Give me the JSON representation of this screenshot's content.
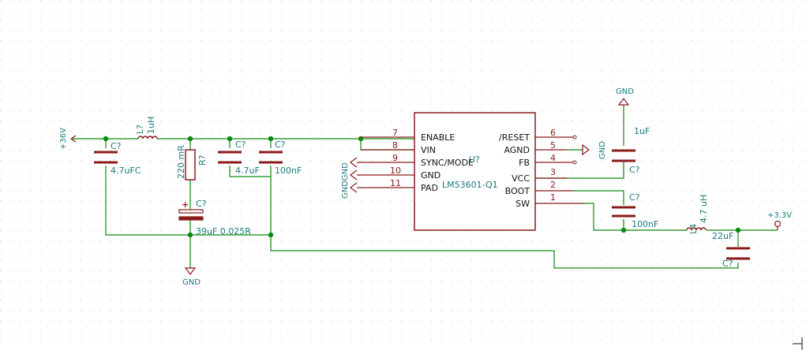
{
  "power": {
    "v36": "+36V",
    "gnd_top": "GND",
    "gnd_bottom": "GND",
    "gnd_agnd": "GND",
    "gnd_left": "GNDGND",
    "v33": "+3.3V"
  },
  "components": {
    "c1": {
      "ref": "C?",
      "value": "4.7uFC"
    },
    "l1": {
      "ref": "L?",
      "value": "1uH"
    },
    "r1": {
      "ref": "R?",
      "value": "220 mR"
    },
    "c_elec": {
      "ref": "C?",
      "value": "39uF 0.025R",
      "polarity": "+"
    },
    "c2": {
      "ref": "C?",
      "value": "4.7uF"
    },
    "c3": {
      "ref": "C?",
      "value": "100nF"
    },
    "c_vcc": {
      "ref": "C?",
      "value": "1uF"
    },
    "c_boot": {
      "ref": "C?",
      "value": "100nF"
    },
    "l4": {
      "ref": "L4",
      "value": "4.7 uH"
    },
    "c_out": {
      "ref": "C?",
      "value": "22uF",
      "ref2": "C?"
    }
  },
  "ic": {
    "ref": "U?",
    "value": "LM53601-Q1",
    "left_pins": [
      {
        "name": "ENABLE",
        "num": "7"
      },
      {
        "name": "VIN",
        "num": "8"
      },
      {
        "name": "SYNC/MODE",
        "num": "9"
      },
      {
        "name": "GND",
        "num": "10"
      },
      {
        "name": "PAD",
        "num": "11"
      }
    ],
    "right_pins": [
      {
        "name": "/RESET",
        "num": "6"
      },
      {
        "name": "AGND",
        "num": "5"
      },
      {
        "name": "FB",
        "num": "4"
      },
      {
        "name": "VCC",
        "num": "3"
      },
      {
        "name": "BOOT",
        "num": "2"
      },
      {
        "name": "SW",
        "num": "1"
      }
    ]
  }
}
